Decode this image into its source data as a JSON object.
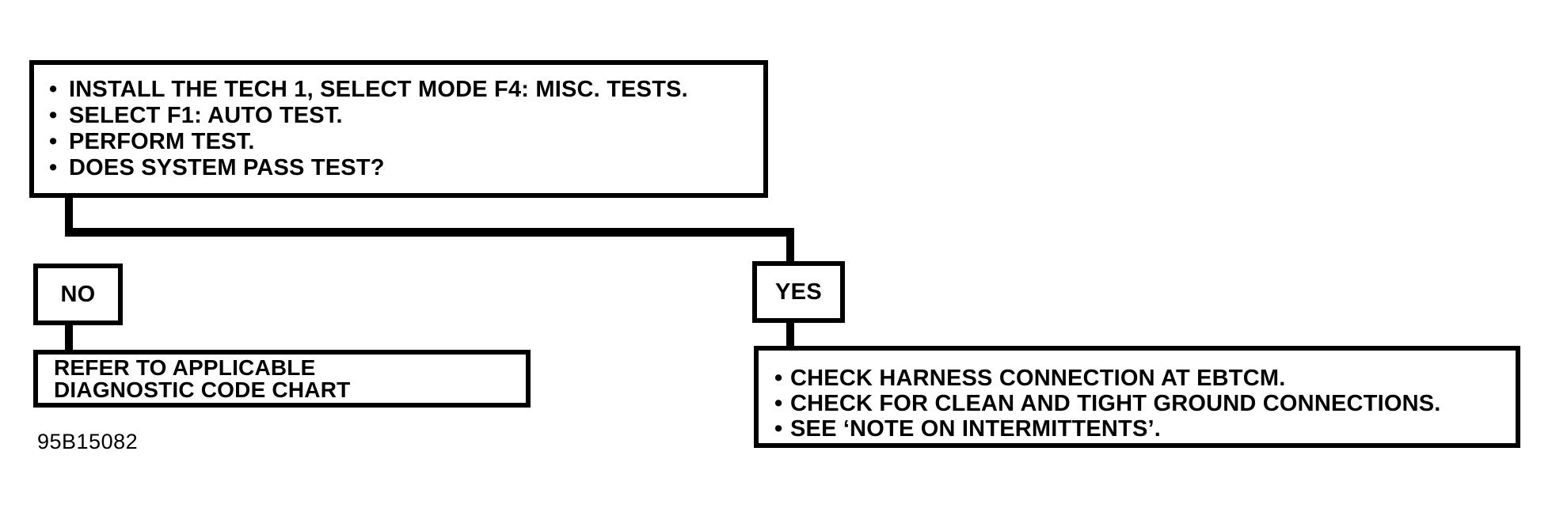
{
  "colors": {
    "ink": "#000000",
    "paper": "#ffffff"
  },
  "icons": {
    "bullet": "•"
  },
  "figure_code": "95B15082",
  "flowchart": {
    "step_box": {
      "items": [
        "INSTALL THE TECH 1, SELECT MODE F4: MISC. TESTS.",
        "SELECT F1: AUTO TEST.",
        "PERFORM TEST.",
        "DOES SYSTEM PASS TEST?"
      ]
    },
    "no_branch": {
      "label": "NO",
      "result_lines": [
        "REFER TO APPLICABLE",
        "DIAGNOSTIC CODE CHART"
      ]
    },
    "yes_branch": {
      "label": "YES",
      "result_items": [
        "CHECK HARNESS CONNECTION AT EBTCM.",
        "CHECK FOR CLEAN AND TIGHT GROUND CONNECTIONS.",
        "SEE ‘NOTE ON INTERMITTENTS’."
      ]
    }
  }
}
